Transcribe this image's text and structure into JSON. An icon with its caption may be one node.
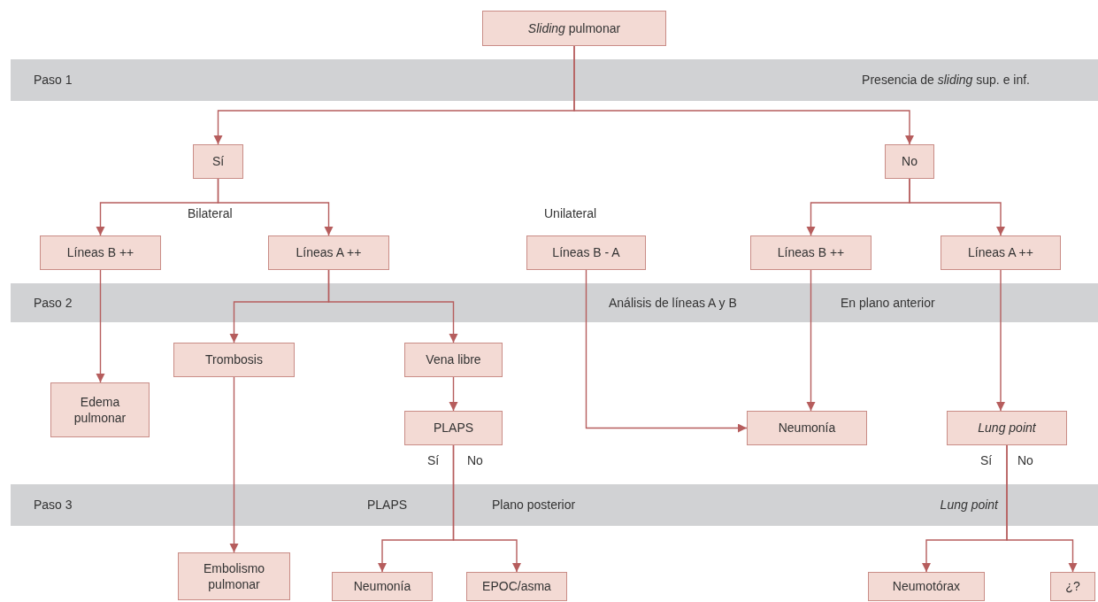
{
  "diagram": {
    "nodes": [
      {
        "text": [
          "*Sliding* pulmonar"
        ]
      },
      {
        "text": [
          "Sí"
        ]
      },
      {
        "text": [
          "No"
        ]
      },
      {
        "text": [
          "Líneas B ++"
        ]
      },
      {
        "text": [
          "Líneas A ++"
        ]
      },
      {
        "text": [
          "Líneas B - A"
        ]
      },
      {
        "text": [
          "Líneas B ++"
        ]
      },
      {
        "text": [
          "Líneas A ++"
        ]
      },
      {
        "text": [
          "Trombosis"
        ]
      },
      {
        "text": [
          "Vena libre"
        ]
      },
      {
        "text": [
          "Edema pulmonar"
        ]
      },
      {
        "text": [
          "PLAPS"
        ]
      },
      {
        "text": [
          "Neumonía"
        ]
      },
      {
        "text": [
          "Lung point"
        ]
      },
      {
        "text": [
          "Embolismo pulmonar"
        ]
      },
      {
        "text": [
          "Neumonía"
        ]
      },
      {
        "text": [
          "EPOC/asma"
        ]
      },
      {
        "text": [
          "Neumotórax"
        ]
      },
      {
        "text": [
          "¿?"
        ]
      }
    ],
    "edges": [
      {
        "from": 0,
        "to": 1,
        "arrow": "to"
      },
      {
        "from": 0,
        "to": 2,
        "arrow": "to"
      },
      {
        "from": 1,
        "to": 3,
        "arrow": "to"
      },
      {
        "from": 1,
        "to": 4,
        "arrow": "to"
      },
      {
        "from": 2,
        "to": 6,
        "arrow": "to"
      },
      {
        "from": 2,
        "to": 7,
        "arrow": "to"
      },
      {
        "from": 4,
        "to": 8,
        "arrow": "to"
      },
      {
        "from": 4,
        "to": 9,
        "arrow": "to"
      },
      {
        "from": 3,
        "to": 10,
        "arrow": "to"
      },
      {
        "from": 5,
        "to": 12,
        "arrow": "to"
      },
      {
        "from": 6,
        "to": 12,
        "arrow": "to"
      },
      {
        "from": 7,
        "to": 13,
        "arrow": "to"
      },
      {
        "from": 9,
        "to": 11,
        "arrow": "to"
      },
      {
        "from": 8,
        "to": 14,
        "arrow": "to"
      },
      {
        "from": 11,
        "to": 15,
        "arrow": "to"
      },
      {
        "from": 11,
        "to": 16,
        "arrow": "to"
      },
      {
        "from": 13,
        "to": 17,
        "arrow": "to"
      },
      {
        "from": 13,
        "to": 18,
        "arrow": "to"
      }
    ],
    "labels": [
      "Paso 1",
      "Presencia de *sliding* sup. e inf.",
      "Bilateral",
      "Unilateral",
      "Paso 2",
      "Análisis de líneas A y B",
      "En plano anterior",
      "Sí",
      "No",
      "Sí",
      "No",
      "Paso 3",
      "PLAPS",
      "Plano posterior",
      "Lung point"
    ]
  }
}
